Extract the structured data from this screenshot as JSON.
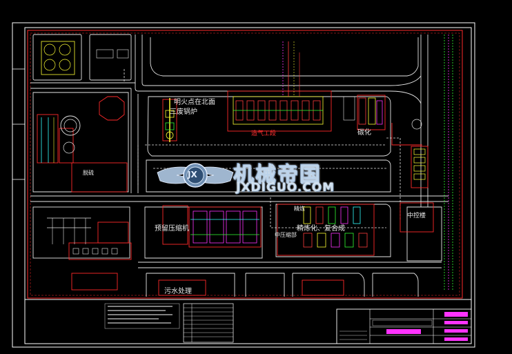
{
  "watermark": {
    "title_cn": "机械帝国",
    "title_en": "JXDIGUO.COM",
    "emblem_text": "JX"
  },
  "labels": {
    "flare": "明火点在北面",
    "boiler": "三废锅炉",
    "gasification": "造气工段",
    "desulfurization": "脱硫",
    "decarbon": "碳化",
    "compressor": "预留压缩机",
    "refining": "精炼",
    "synthesis": "精炼化、复合成",
    "control_room": "中压缩部",
    "central_control": "中控楼",
    "sewage": "污水处理"
  },
  "colors": {
    "background": "#000000",
    "frame": "#ffffff",
    "road": "#e6e6e6",
    "wall": "#ff2a2a",
    "area": "#ff2a2a",
    "equipment_red": "#ff3b3b",
    "equipment_yellow": "#ffff33",
    "equipment_green": "#33ff33",
    "equipment_magenta": "#ff33ff",
    "equipment_cyan": "#33ffff",
    "title_block_magenta": "#ff33ff"
  }
}
